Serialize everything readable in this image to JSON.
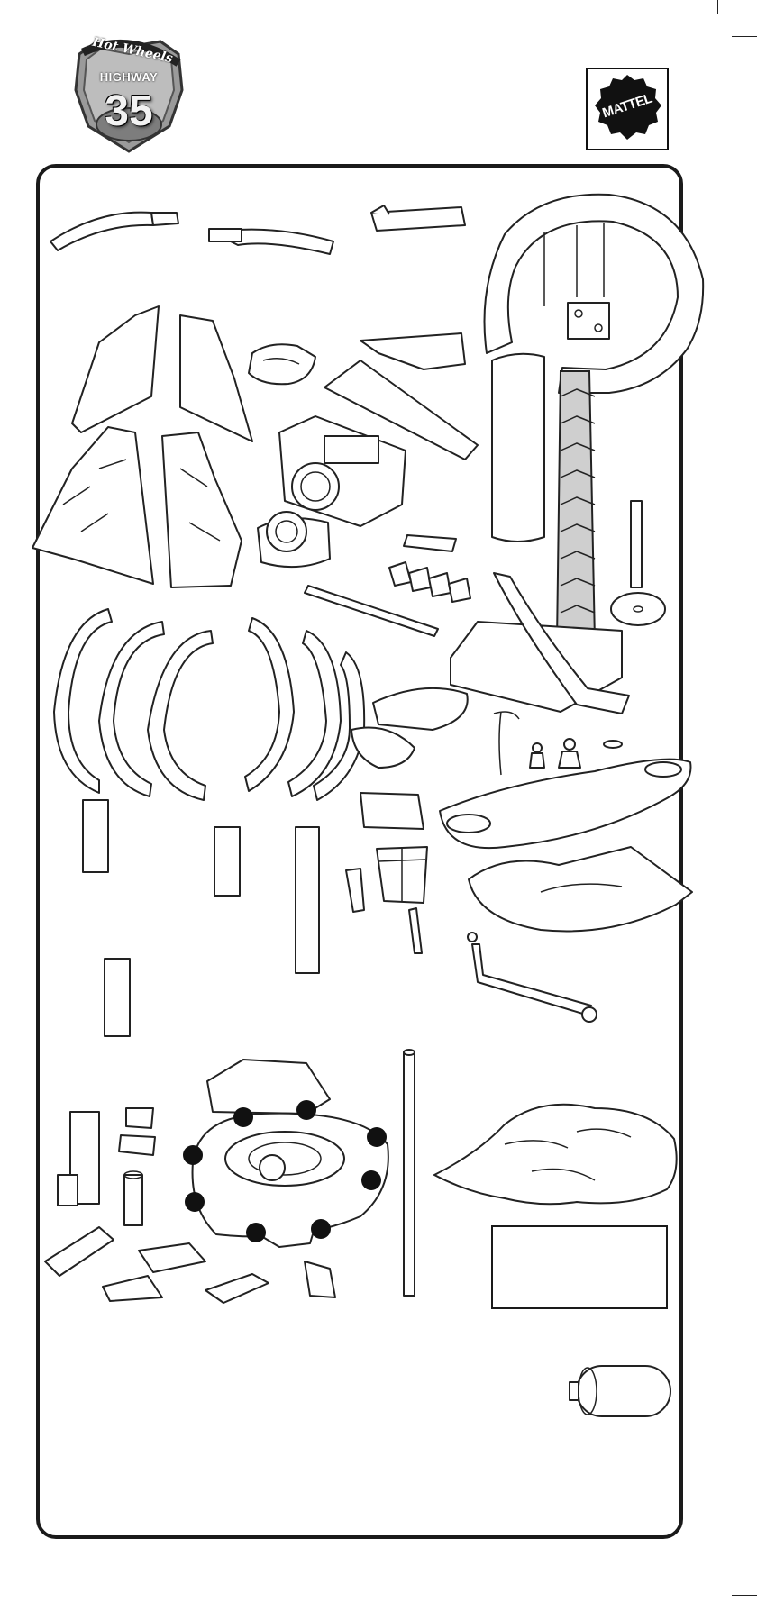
{
  "header": {
    "logo_left": {
      "brand": "Hot Wheels",
      "line1": "HIGHWAY",
      "number": "35"
    },
    "logo_right": {
      "brand": "MATTEL"
    }
  },
  "illustration": {
    "description_icon": "parts-diagram-icon",
    "callout_markers": 8
  },
  "colors": {
    "line": "#222222",
    "shade": "#cfcfcf",
    "frame": "#1a1a1a"
  }
}
